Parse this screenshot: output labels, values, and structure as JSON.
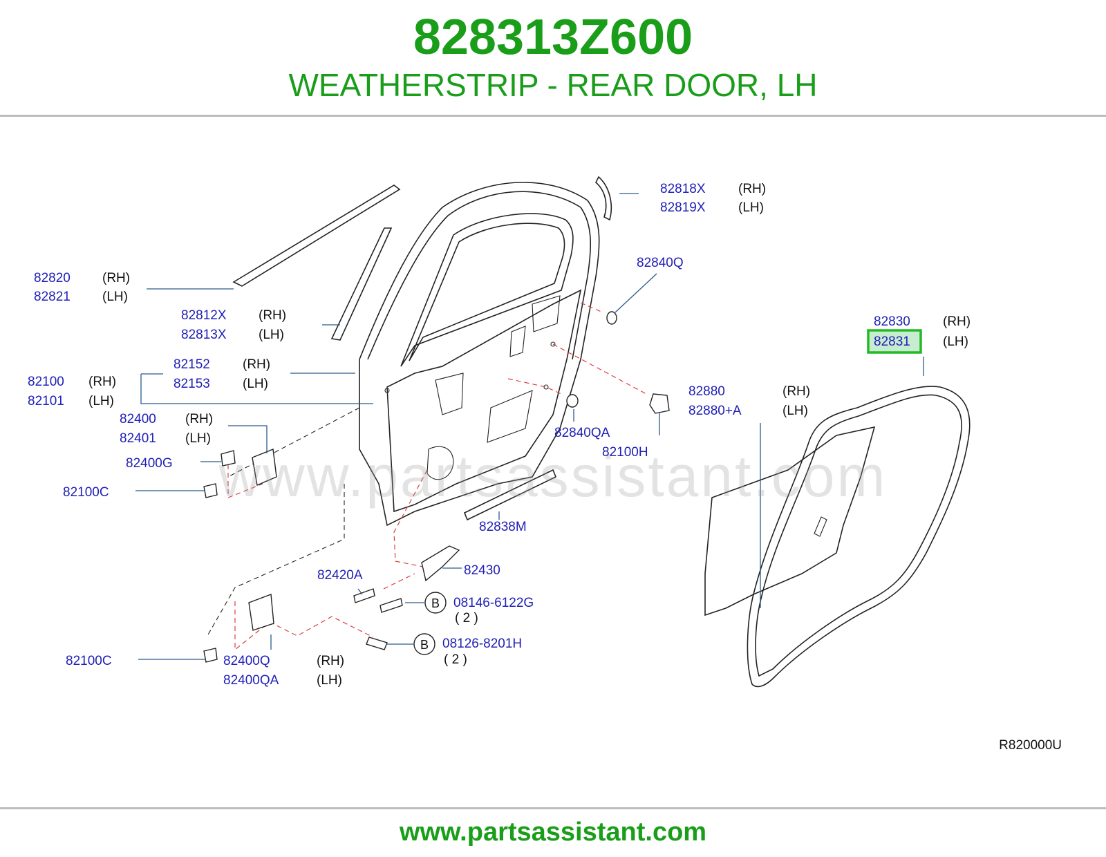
{
  "header": {
    "part_number": "828313Z600",
    "description": "WEATHERSTRIP - REAR DOOR, LH"
  },
  "diagram": {
    "watermark": "www.partsassistant.com",
    "reference_code": "R820000U",
    "highlight_color": "#22bb22",
    "labels": {
      "p82818X": "82818X",
      "p82819X": "82819X",
      "p82820": "82820",
      "p82821": "82821",
      "p82840Q": "82840Q",
      "p82812X": "82812X",
      "p82813X": "82813X",
      "p82830": "82830",
      "p82831": "82831",
      "p82152": "82152",
      "p82153": "82153",
      "p82100": "82100",
      "p82101": "82101",
      "p82880": "82880",
      "p82880A": "82880+A",
      "p82400": "82400",
      "p82401": "82401",
      "p82840QA": "82840QA",
      "p82100H": "82100H",
      "p82400G": "82400G",
      "p82100C_top": "82100C",
      "p82838M": "82838M",
      "p82430": "82430",
      "p82420A": "82420A",
      "p08146": "08146-6122G",
      "p08126": "08126-8201H",
      "p82100C_bot": "82100C",
      "p82400Q": "82400Q",
      "p82400QA": "82400QA"
    },
    "side_rh": "(RH)",
    "side_lh": "(LH)",
    "callout_b": "B",
    "qty_08146": "( 2 )",
    "qty_08126": "( 2 )"
  },
  "footer": {
    "url": "www.partsassistant.com"
  }
}
